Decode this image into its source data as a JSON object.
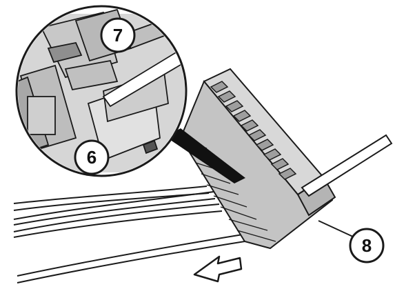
{
  "callouts": {
    "part_6": "6",
    "part_7": "7",
    "part_8": "8"
  },
  "icons": {
    "direction_arrow": "arrow-left-outline-icon",
    "tool": "screwdriver-icon"
  },
  "colors": {
    "line": "#1a1a1a",
    "connector_fill": "#cfcfcf",
    "shadow": "#8a8a8a",
    "background": "#ffffff"
  }
}
